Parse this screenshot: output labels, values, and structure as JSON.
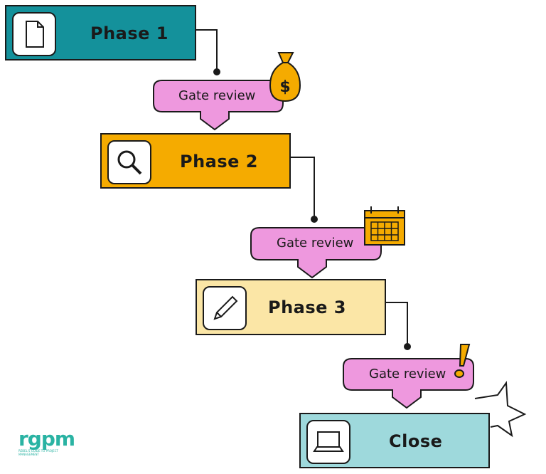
{
  "phases": [
    {
      "label": "Phase 1",
      "color": "#14919b",
      "icon": "document-icon"
    },
    {
      "label": "Phase 2",
      "color": "#f5ab00",
      "icon": "magnifier-icon"
    },
    {
      "label": "Phase 3",
      "color": "#fbe6a6",
      "icon": "pencil-icon"
    },
    {
      "label": "Close",
      "color": "#9ed9dc",
      "icon": "laptop-icon"
    }
  ],
  "gates": [
    {
      "label": "Gate review",
      "color": "#ee98de",
      "icon": "money-bag-icon"
    },
    {
      "label": "Gate review",
      "color": "#ee98de",
      "icon": "calendar-icon"
    },
    {
      "label": "Gate review",
      "color": "#ee98de",
      "icon": "exclamation-icon"
    }
  ],
  "logo": {
    "name": "rgpm",
    "tagline": "REBEL'S GUIDE TO PROJECT MANAGEMENT",
    "color": "#2ab3a3"
  }
}
